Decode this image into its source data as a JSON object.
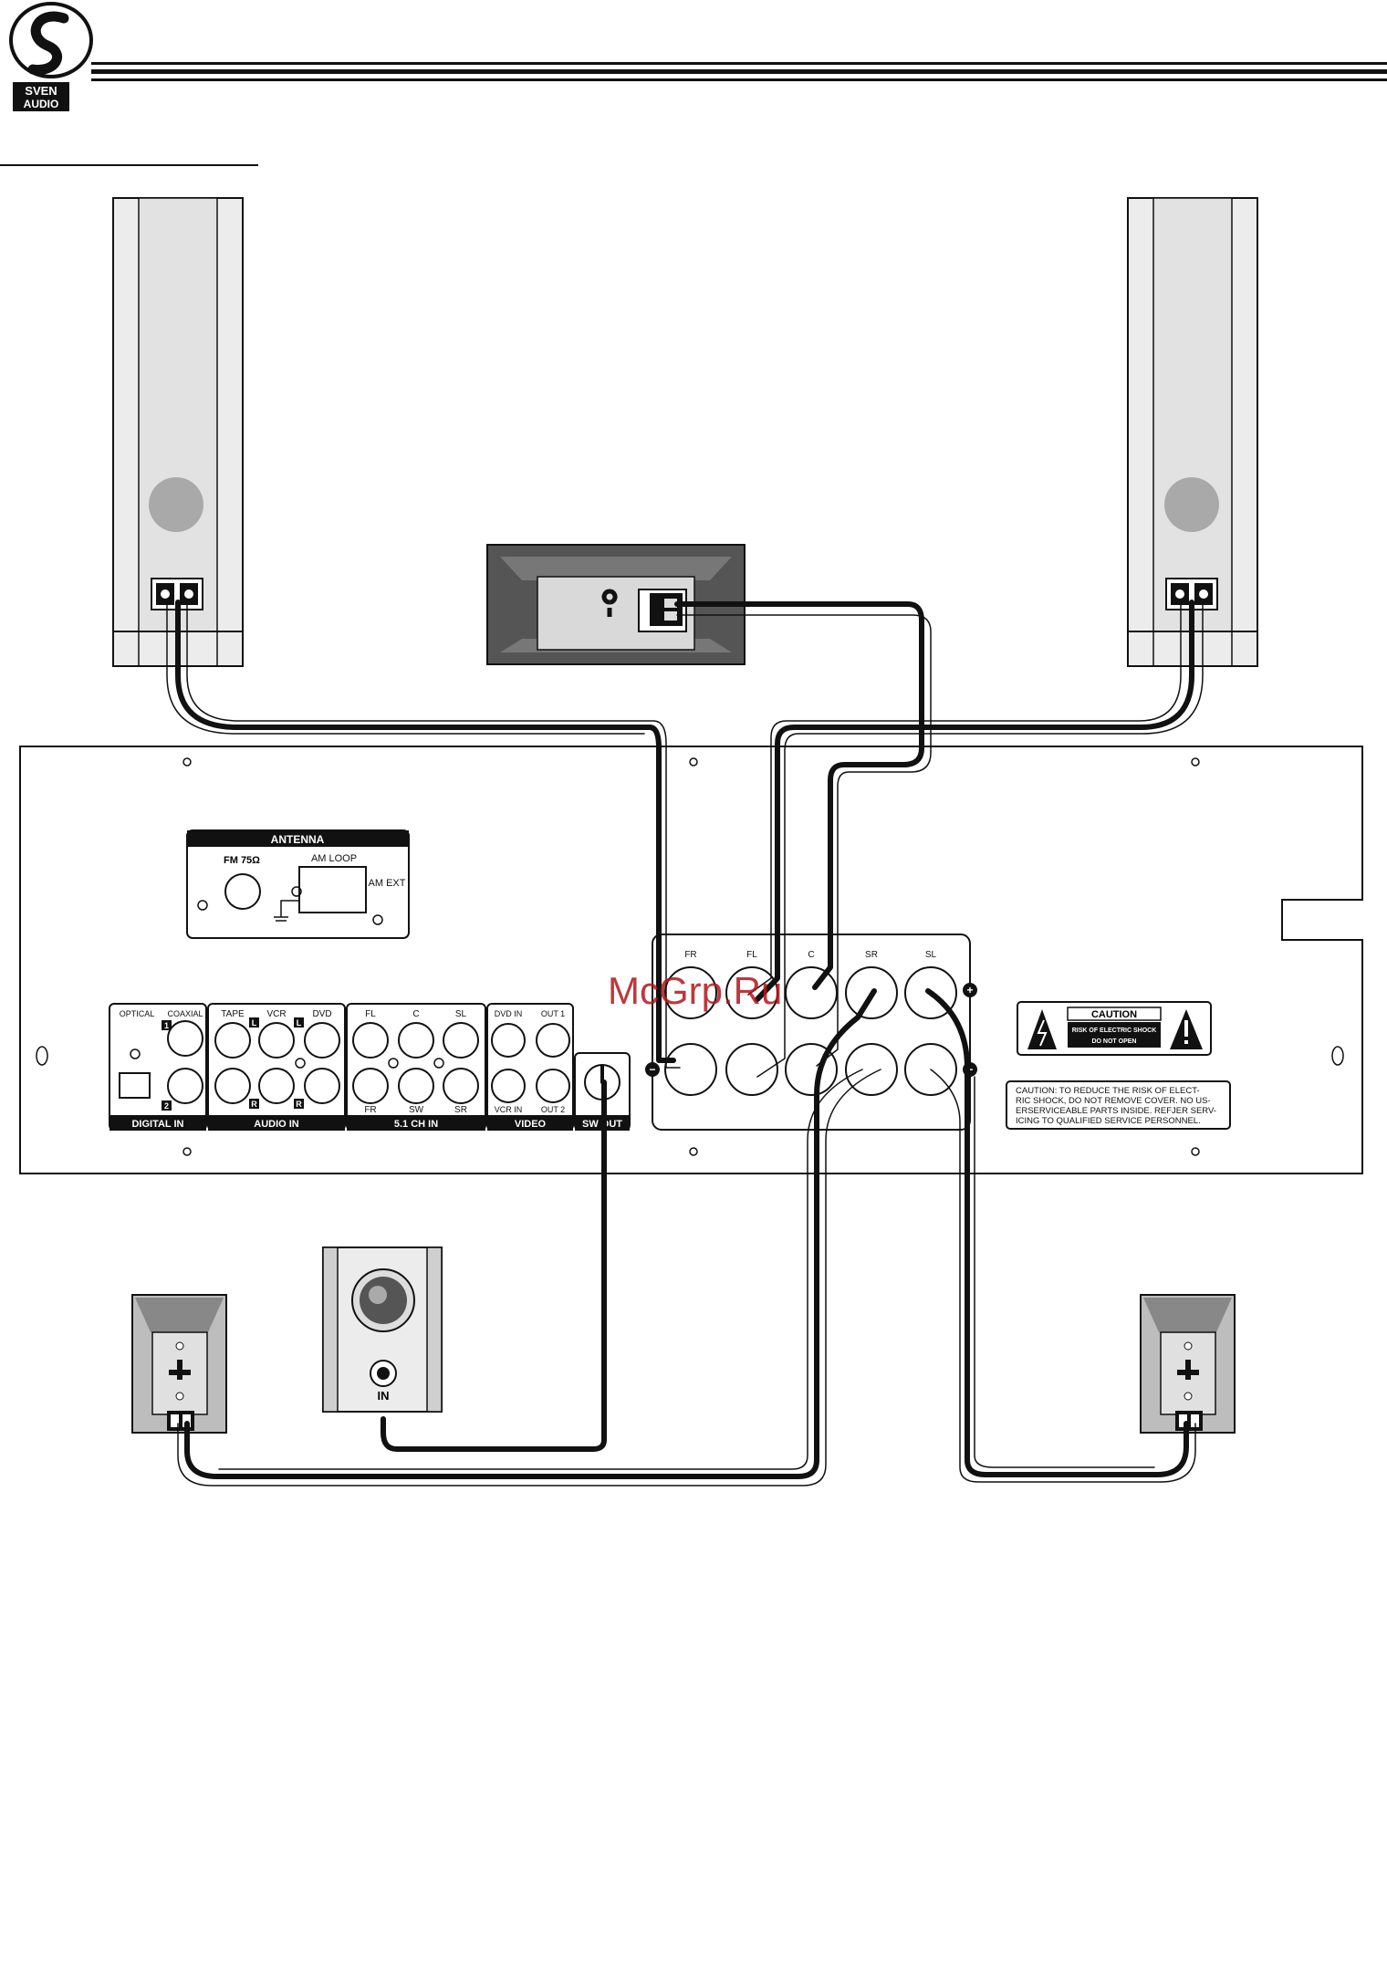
{
  "logo": {
    "line1": "SVEN",
    "line2": "AUDIO"
  },
  "watermark": "McGrp.Ru",
  "antenna": {
    "title": "ANTENNA",
    "fm": "FM 75Ω",
    "am_loop": "AM LOOP",
    "am_ext": "AM EXT"
  },
  "digital_in": {
    "optical": "OPTICAL",
    "coaxial": "COAXIAL",
    "num1": "1",
    "num2": "2",
    "label": "DIGITAL IN"
  },
  "audio_in": {
    "tape": "TAPE",
    "vcr": "VCR",
    "dvd": "DVD",
    "l": "L",
    "r": "R",
    "label": "AUDIO IN"
  },
  "ch51_in": {
    "fl": "FL",
    "c": "C",
    "sl": "SL",
    "fr": "FR",
    "sw": "SW",
    "sr": "SR",
    "label": "5.1 CH IN"
  },
  "video": {
    "dvd_in": "DVD IN",
    "vcr_in": "VCR IN",
    "out1": "OUT 1",
    "out2": "OUT 2",
    "label": "VIDEO"
  },
  "sw_out": {
    "label": "SW OUT"
  },
  "speaker_terminals": {
    "fr": "FR",
    "fl": "FL",
    "c": "C",
    "sr": "SR",
    "sl": "SL",
    "plus": "+",
    "minus": "−"
  },
  "caution_label": {
    "title": "CAUTION",
    "line1": "RISK OF ELECTRIC SHOCK",
    "line2": "DO NOT OPEN"
  },
  "caution_text": {
    "line1": "CAUTION: TO REDUCE THE RISK OF ELECT-",
    "line2": "RIC SHOCK, DO NOT REMOVE COVER. NO US-",
    "line3": "ERSERVICEABLE PARTS INSIDE. REFJER SERV-",
    "line4": "ICING TO QUALIFIED SERVICE PERSONNEL."
  },
  "subwoofer": {
    "in_label": "IN"
  },
  "colors": {
    "ink": "#111111",
    "speaker_fill": "#e6e6e6",
    "woofer_grey": "#a9a9a9",
    "cabinet_dark": "#555555",
    "watermark": "#b3151b"
  }
}
